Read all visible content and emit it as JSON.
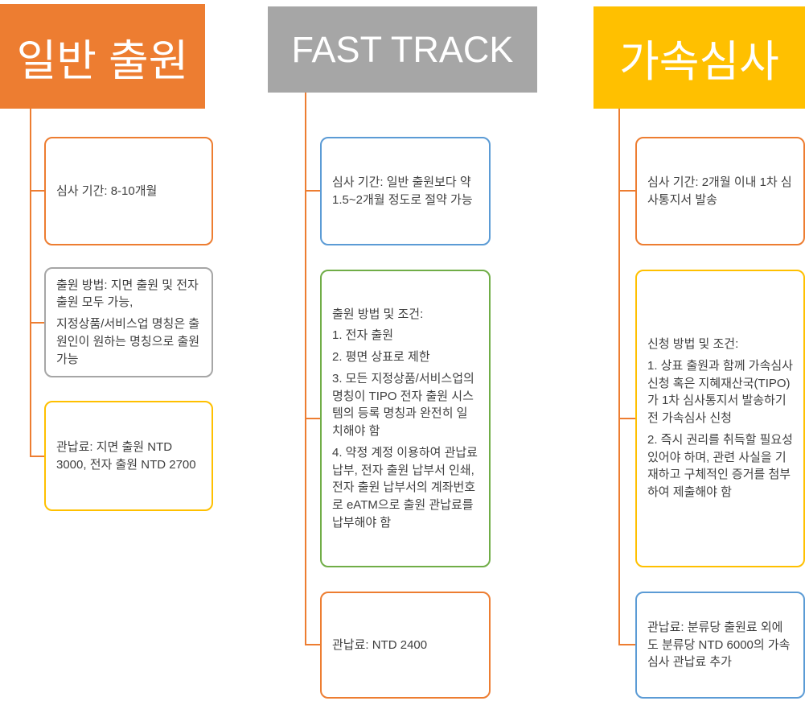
{
  "colors": {
    "connector": "#ED7D31",
    "orange": "#ED7D31",
    "gray": "#A6A6A6",
    "yellow": "#FFC000",
    "blue": "#5B9BD5",
    "green": "#70AD47"
  },
  "columns": [
    {
      "header": {
        "label": "일반 출원",
        "bg": "#ED7D31"
      },
      "boxes": [
        {
          "border": "#ED7D31",
          "paragraphs": [
            "심사 기간: 8-10개월"
          ]
        },
        {
          "border": "#A6A6A6",
          "paragraphs": [
            "출원 방법: 지면 출원 및 전자 출원 모두 가능,",
            "지정상품/서비스업 명칭은 출원인이 원하는 명칭으로 출원 가능"
          ]
        },
        {
          "border": "#FFC000",
          "paragraphs": [
            "관납료: 지면 출원 NTD 3000, 전자 출원 NTD 2700"
          ]
        }
      ]
    },
    {
      "header": {
        "label": "FAST TRACK",
        "bg": "#A6A6A6"
      },
      "boxes": [
        {
          "border": "#5B9BD5",
          "paragraphs": [
            "심사 기간: 일반 출원보다 약 1.5~2개월 정도로 절약 가능"
          ]
        },
        {
          "border": "#70AD47",
          "paragraphs": [
            "출원 방법 및 조건:",
            "1. 전자 출원",
            "2. 평면 상표로 제한",
            "3. 모든 지정상품/서비스업의 명칭이 TIPO 전자 출원 시스템의 등록 명칭과 완전히 일치해야 함",
            "4. 약정 계정 이용하여 관납료 납부, 전자 출원 납부서 인쇄, 전자 출원 납부서의 계좌번호로 eATM으로 출원 관납료를 납부해야 함"
          ]
        },
        {
          "border": "#ED7D31",
          "paragraphs": [
            "관납료: NTD 2400"
          ]
        }
      ]
    },
    {
      "header": {
        "label": "가속심사",
        "bg": "#FFC000"
      },
      "boxes": [
        {
          "border": "#ED7D31",
          "paragraphs": [
            "심사 기간: 2개월 이내 1차 심사통지서 발송"
          ]
        },
        {
          "border": "#FFC000",
          "paragraphs": [
            "신청 방법 및 조건:",
            "1. 상표 출원과 함께 가속심사 신청 혹은  지혜재산국(TIPO)가 1차 심사통지서 발송하기 전 가속심사 신청",
            "2. 즉시 권리를 취득할 필요성 있어야 하며, 관련 사실을 기재하고 구체적인 증거를 첨부하여 제출해야 함"
          ]
        },
        {
          "border": "#5B9BD5",
          "paragraphs": [
            "관납료: 분류당 출원료 외에도 분류당 NTD 6000의 가속심사 관납료 추가"
          ]
        }
      ]
    }
  ]
}
